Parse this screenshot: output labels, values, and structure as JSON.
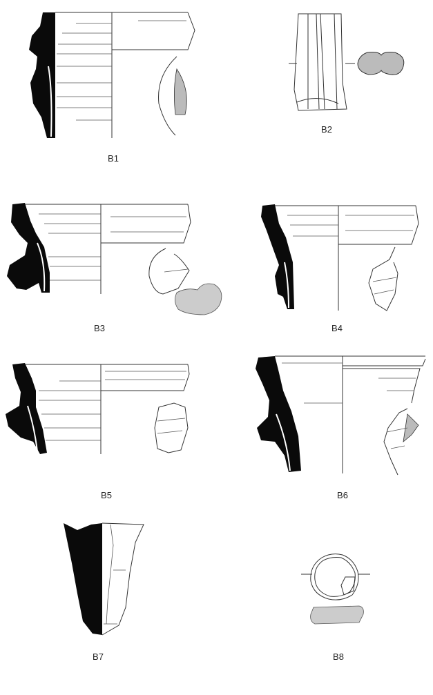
{
  "plate": {
    "figures": [
      {
        "id": "b1",
        "label": "B1"
      },
      {
        "id": "b2",
        "label": "B2"
      },
      {
        "id": "b3",
        "label": "B3"
      },
      {
        "id": "b4",
        "label": "B4"
      },
      {
        "id": "b5",
        "label": "B5"
      },
      {
        "id": "b6",
        "label": "B6"
      },
      {
        "id": "b7",
        "label": "B7"
      },
      {
        "id": "b8",
        "label": "B8"
      }
    ]
  },
  "colors": {
    "section_fill": "#0a0a0a",
    "line": "#333333",
    "shading": "#cccccc",
    "background": "#ffffff"
  }
}
